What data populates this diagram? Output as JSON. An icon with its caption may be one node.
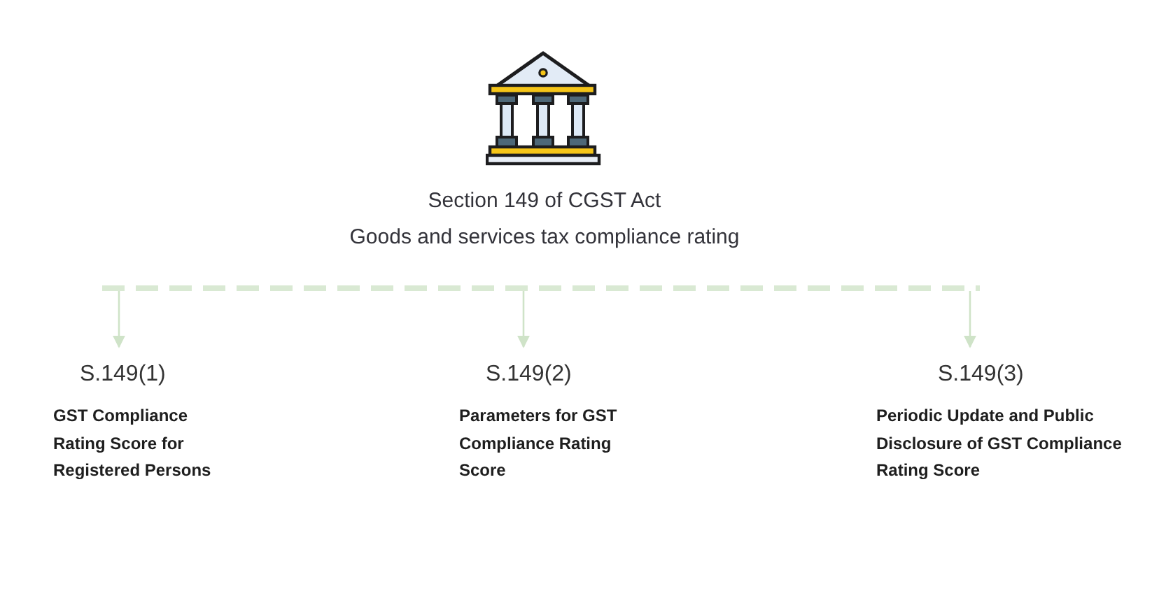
{
  "diagram": {
    "nodes": [
      {
        "text": [
          "Section 149 of CGST Act",
          "Goods and services tax compliance rating"
        ]
      },
      {
        "text": [],
        "shape": "bar"
      },
      {
        "text": [
          "S.149(1)",
          "GST Compliance Rating Score for Registered Persons"
        ]
      },
      {
        "text": [
          "S.149(2)",
          "Parameters for GST Compliance Rating Score"
        ]
      },
      {
        "text": [
          "S.149(3)",
          "Periodic Update and Public Disclosure of GST Compliance Rating Score"
        ]
      }
    ],
    "edges": [
      {
        "from": 1,
        "to": 2,
        "arrow": "to"
      },
      {
        "from": 1,
        "to": 3,
        "arrow": "to"
      },
      {
        "from": 1,
        "to": 4,
        "arrow": "to"
      }
    ]
  }
}
